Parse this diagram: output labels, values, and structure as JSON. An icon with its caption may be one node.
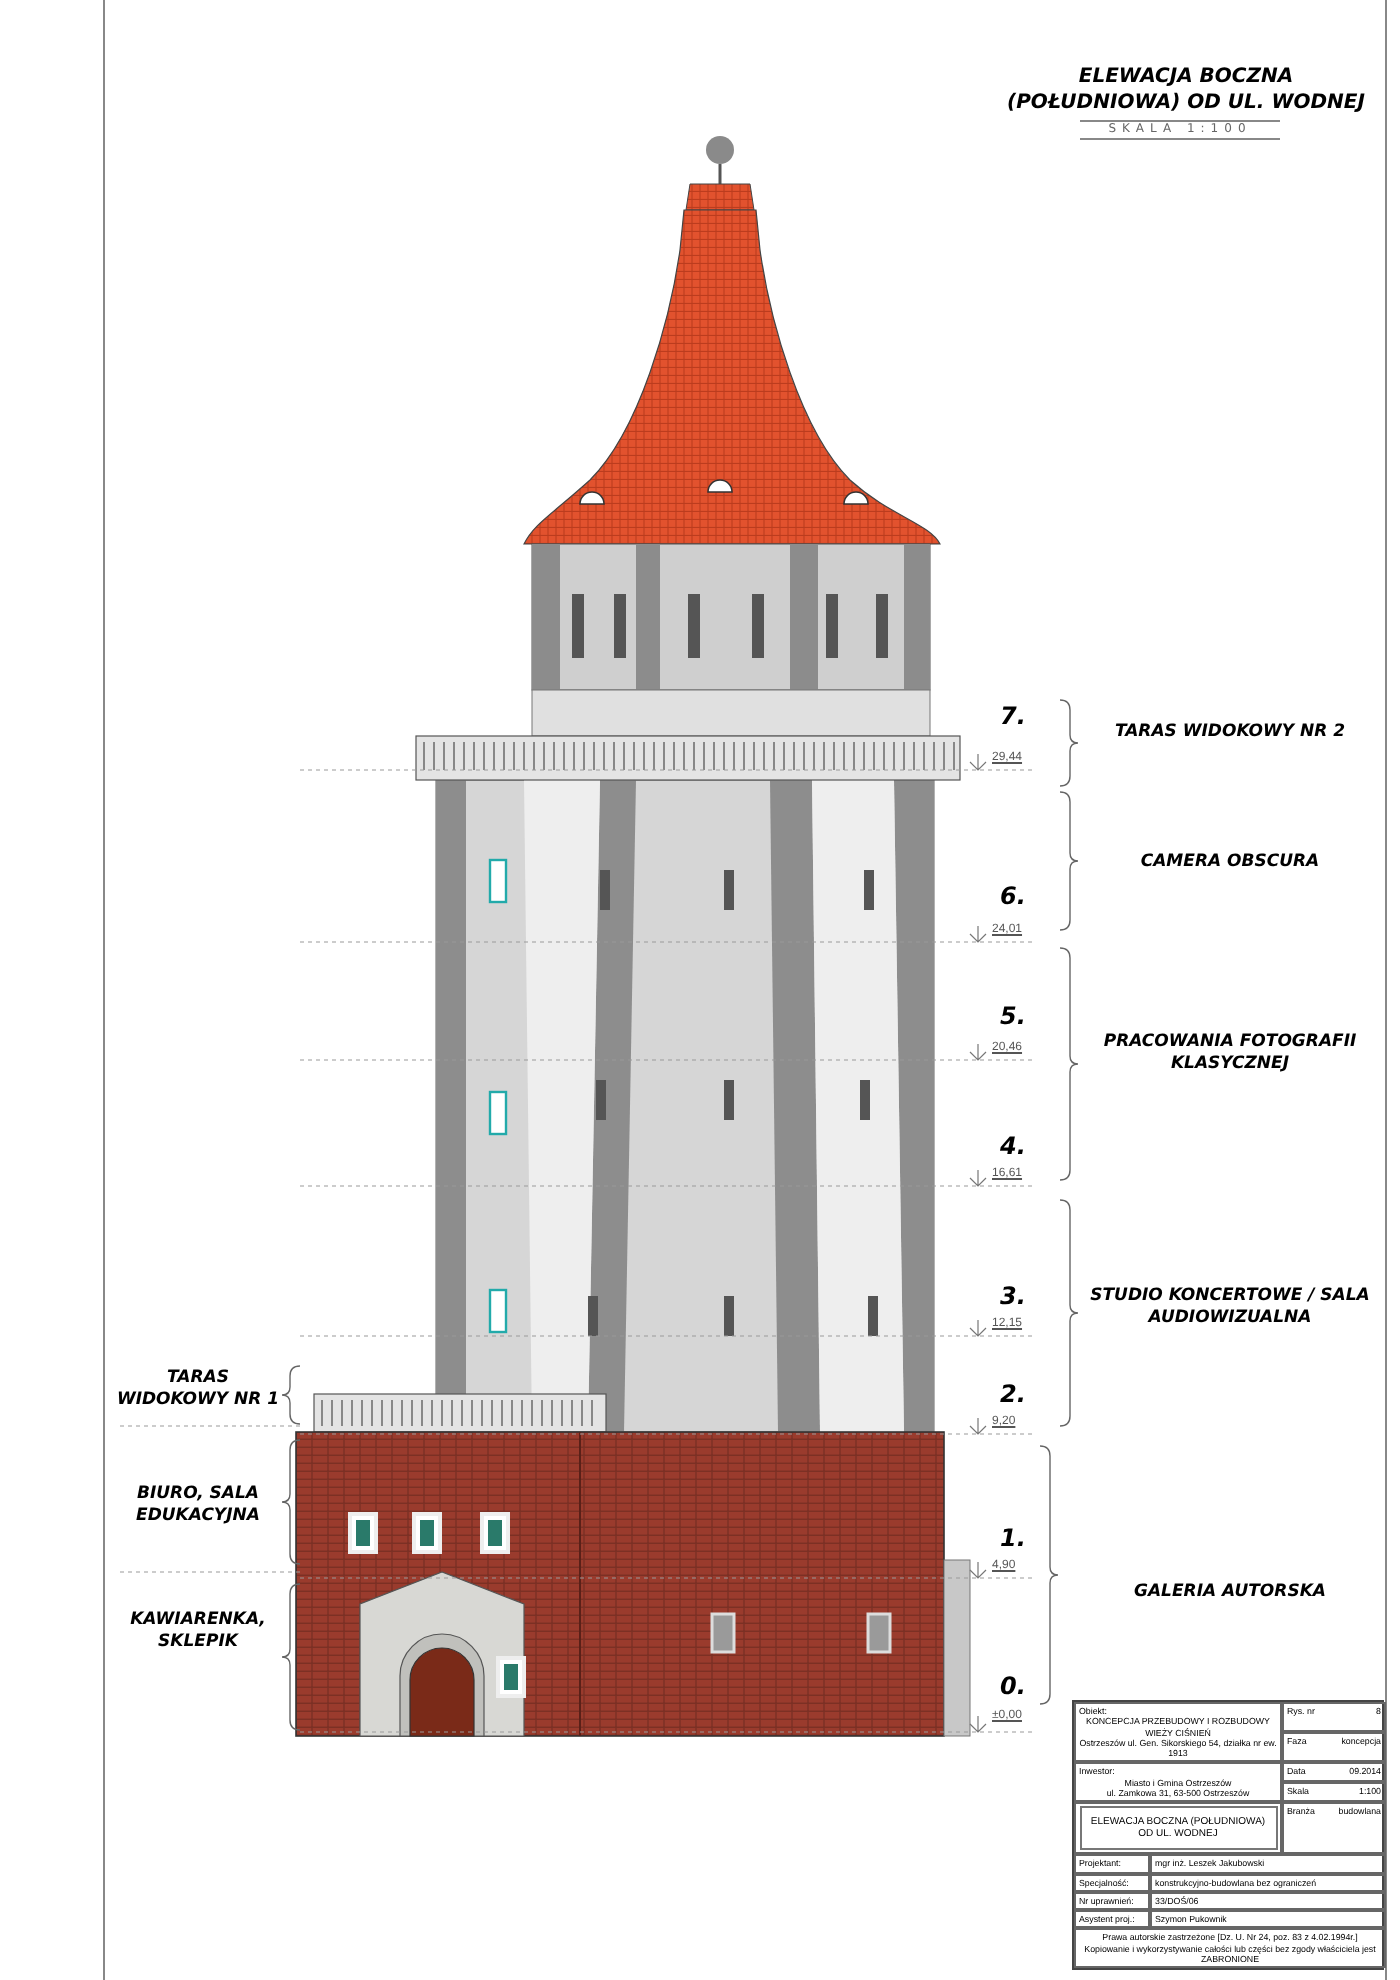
{
  "diagram": {
    "title": "ELEWACJA BOCZNA (POŁUDNIOWA) OD UL. WODNEJ",
    "labels": [
      "SKALA 1:100",
      "7.",
      "TARAS WIDOKOWY NR 2",
      "29,44",
      "CAMERA OBSCURA",
      "6.",
      "24,01",
      "5.",
      "20,46",
      "PRACOWANIA FOTOGRAFII KLASYCZNEJ",
      "4.",
      "16,61",
      "3.",
      "STUDIO KONCERTOWE / SALA AUDIOWIZUALNA",
      "12,15",
      "2.",
      "9,20",
      "1.",
      "4,90",
      "GALERIA AUTORSKA",
      "0.",
      "±0,00",
      "TARAS WIDOKOWY NR 1",
      "BIURO, SALA EDUKACYJNA",
      "KAWIARENKA, SKLEPIK",
      "Obiekt:",
      "KONCEPCJA PRZEBUDOWY I ROZBUDOWY WIEŻY CIŚNIEŃ",
      "Ostrzeszów ul. Gen. Sikorskiego 54, działka nr ew. 1913",
      "Rys. nr",
      "8",
      "Faza",
      "koncepcja",
      "Inwestor:",
      "Miasto i Gmina Ostrzeszów",
      "ul. Zamkowa 31, 63-500 Ostrzeszów",
      "Data",
      "09.2014",
      "Skala",
      "1:100",
      "ELEWACJA BOCZNA (POŁUDNIOWA) OD UL. WODNEJ",
      "Branża",
      "budowlana",
      "Projektant:",
      "mgr inż. Leszek Jakubowski",
      "Specjalność:",
      "konstrukcyjno-budowlana bez ograniczeń",
      "Nr uprawnień:",
      "33/DOŚ/06",
      "Asystent proj.:",
      "Szymon Pukownik",
      "Prawa autorskie zastrzeżone [Dz. U. Nr 24, poz. 83 z 4.02.1994r.] Kopiowanie i wykorzystywanie całości lub części bez zgody właściciela jest ZABRONIONE"
    ]
  }
}
